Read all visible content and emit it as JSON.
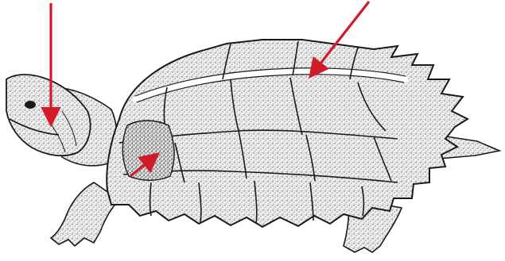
{
  "figure": {
    "subject": "snapping-turtle-line-drawing",
    "colors": {
      "background": "#ffffff",
      "ink": "#1a1a1a",
      "stipple": "#5a5a5a",
      "arrow": "#d11a2a",
      "highlight": "#ffffff"
    },
    "arrows": [
      {
        "target": "neck-and-jaw",
        "color": "#d11a2a"
      },
      {
        "target": "carapace-keel-ridge",
        "color": "#d11a2a"
      },
      {
        "target": "carapace-vertebral-scute",
        "color": "#d11a2a"
      }
    ]
  }
}
